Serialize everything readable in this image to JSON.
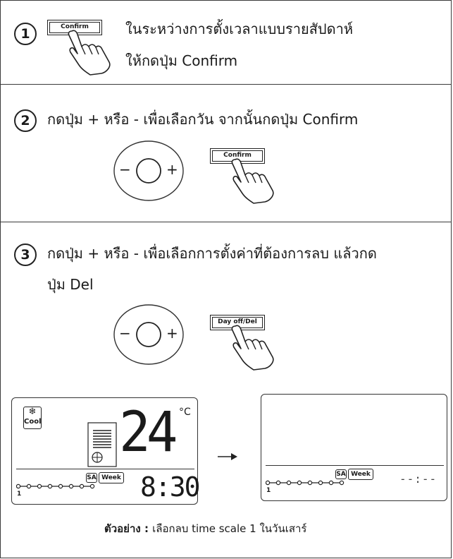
{
  "steps": [
    {
      "number": "1",
      "lines": [
        "ในระหว่างการตั้งเวลาแบบรายสัปดาห์",
        "ให้กดปุ่ม Confirm"
      ],
      "button_label": "Confirm"
    },
    {
      "number": "2",
      "lines": [
        "กดปุ่ม +  หรือ - เพื่อเลือกวัน จากนั้นกดปุ่ม Confirm"
      ],
      "dial_minus": "−",
      "dial_plus": "+",
      "button_label": "Confirm"
    },
    {
      "number": "3",
      "lines": [
        "กดปุ่ม +  หรือ - เพื่อเลือกการตั้งค่าที่ต้องการลบ แล้วกด",
        "ปุ่ม Del"
      ],
      "dial_minus": "−",
      "dial_plus": "+",
      "button_label": "Day off/Del"
    }
  ],
  "display_before": {
    "mode_label": "Cool",
    "mode_icon": "snowflake-icon",
    "temperature": "24",
    "temp_unit": "°C",
    "day_badge": "SA",
    "week_badge": "Week",
    "time": "8:30",
    "timescale_number": "1"
  },
  "display_after": {
    "day_badge": "SA",
    "week_badge": "Week",
    "time": "--:--",
    "timescale_number": "1"
  },
  "caption": {
    "label": "ตัวอย่าง",
    "separator": " : ",
    "text": "เลือกลบ time scale 1 ในวันเสาร์"
  }
}
